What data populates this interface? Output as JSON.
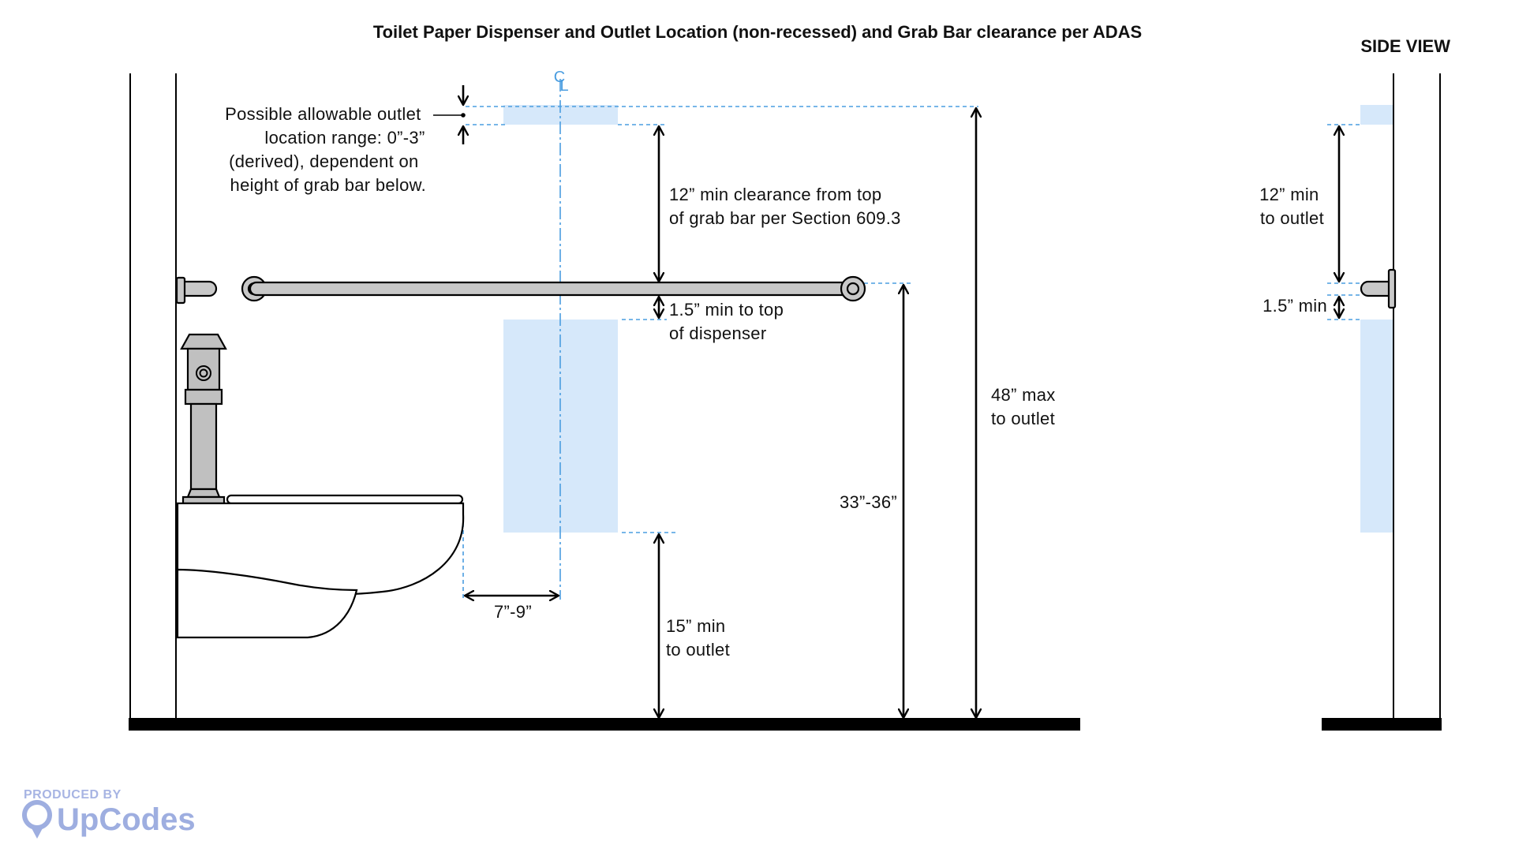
{
  "title": "Toilet Paper Dispenser and Outlet Location (non-recessed) and Grab Bar clearance per ADAS",
  "side_view_label": "SIDE VIEW",
  "centerline_symbol": {
    "top": "C",
    "bottom": "L"
  },
  "annotations": {
    "outlet_range": [
      "Possible allowable outlet",
      "location range: 0”-3”",
      "(derived), dependent on",
      "height of grab bar below."
    ],
    "clearance_12": [
      "12” min clearance from top",
      "of grab bar per Section 609.3"
    ],
    "min_1_5_top": [
      "1.5” min to top",
      "of dispenser"
    ],
    "max_48": [
      "48” max",
      "to outlet"
    ],
    "range_33_36": "33”-36”",
    "min_15": [
      "15” min",
      "to outlet"
    ],
    "range_7_9": "7”-9”",
    "side_12": [
      "12” min",
      "to outlet"
    ],
    "side_1_5": "1.5” min"
  },
  "credit": {
    "produced_by": "PRODUCED BY",
    "brand": "UpCodes"
  },
  "colors": {
    "zone": "#d6e8fa",
    "dash": "#4a9de0",
    "brand": "#9eaee0"
  },
  "icons": [
    "arrow-up-icon",
    "arrow-down-icon",
    "location-pin-icon"
  ]
}
